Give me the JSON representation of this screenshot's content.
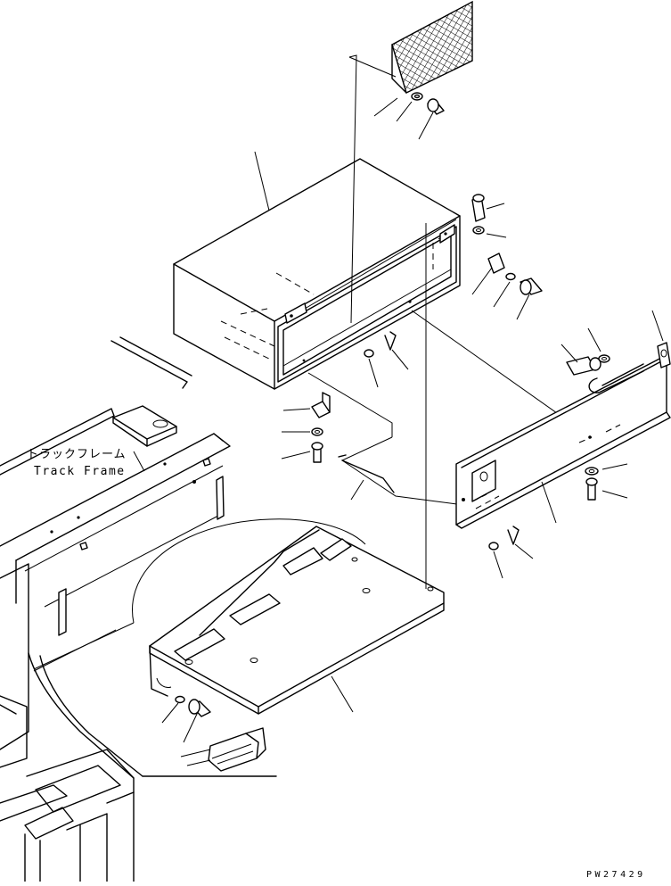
{
  "labels": {
    "track_frame_jp": "トラックフレーム",
    "track_frame_en": "Track Frame",
    "drawing_number": "PW27429"
  },
  "parts": [
    "mesh-screen",
    "box-housing",
    "box-cover",
    "mounting-bracket",
    "handle",
    "bolt",
    "washer",
    "lock-pin",
    "track-frame"
  ]
}
